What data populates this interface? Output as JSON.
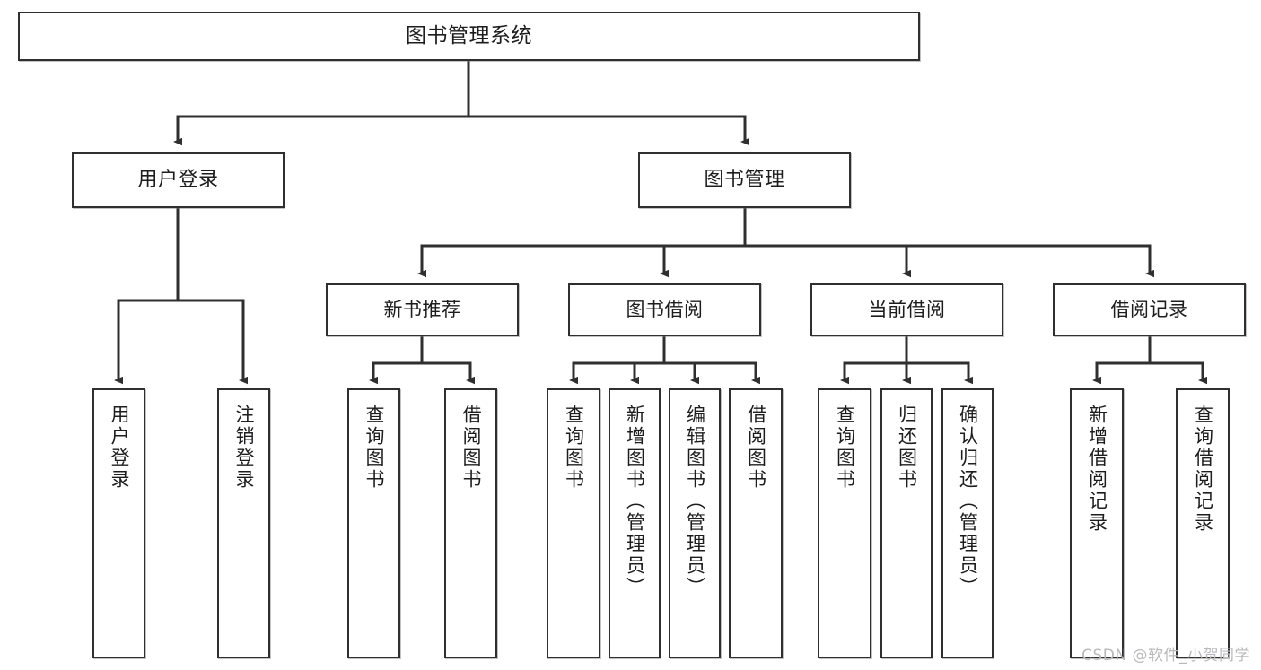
{
  "diagram": {
    "title": "图书管理系统",
    "type": "tree",
    "watermark": "CSDN @软件_小贺同学",
    "colors": {
      "box_border": "#2f2f32",
      "box_fill": "#ffffff",
      "connector": "#2f2f32",
      "text": "#1d1d1f",
      "watermark": "#b9b9bd",
      "background": "#ffffff"
    },
    "root": {
      "label": "图书管理系统"
    },
    "level2": [
      {
        "label": "用户登录"
      },
      {
        "label": "图书管理"
      }
    ],
    "level3": [
      {
        "label": "新书推荐"
      },
      {
        "label": "图书借阅"
      },
      {
        "label": "当前借阅"
      },
      {
        "label": "借阅记录"
      }
    ],
    "leaves": {
      "user_login": [
        {
          "label": "用户登录"
        },
        {
          "label": "注销登录"
        }
      ],
      "new_book_recommend": [
        {
          "label": "查询图书"
        },
        {
          "label": "借阅图书"
        }
      ],
      "book_borrow": [
        {
          "label": "查询图书"
        },
        {
          "label": "新增图书（管理员）"
        },
        {
          "label": "编辑图书（管理员）"
        },
        {
          "label": "借阅图书"
        }
      ],
      "current_borrow": [
        {
          "label": "查询图书"
        },
        {
          "label": "归还图书"
        },
        {
          "label": "确认归还（管理员）"
        }
      ],
      "borrow_record": [
        {
          "label": "新增借阅记录"
        },
        {
          "label": "查询借阅记录"
        }
      ]
    }
  }
}
